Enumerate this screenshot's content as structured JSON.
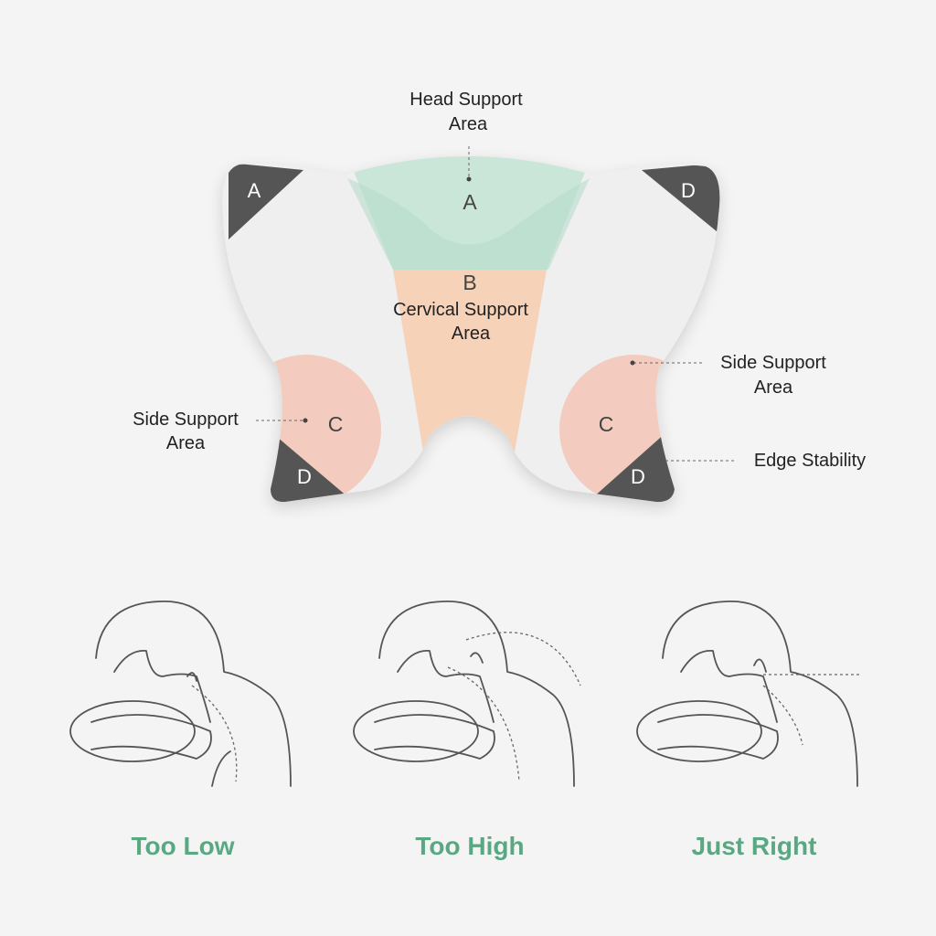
{
  "labels": {
    "head_support": [
      "Head Support",
      "Area"
    ],
    "cervical_support": [
      "Cervical Support",
      "Area"
    ],
    "side_support_left": [
      "Side Support",
      "Area"
    ],
    "side_support_right": [
      "Side Support",
      "Area"
    ],
    "edge_stability": "Edge Stability"
  },
  "zones": {
    "a": "A",
    "b": "B",
    "c": "C",
    "d": "D"
  },
  "positions": [
    {
      "label": "Too Low"
    },
    {
      "label": "Too High"
    },
    {
      "label": "Just Right"
    }
  ],
  "colors": {
    "head_zone": "#c9e6d8",
    "cervical_zone": "#f5d2b8",
    "side_zone": "#f3cbbf",
    "edge_zone": "#555555",
    "caption": "#5aa882"
  }
}
